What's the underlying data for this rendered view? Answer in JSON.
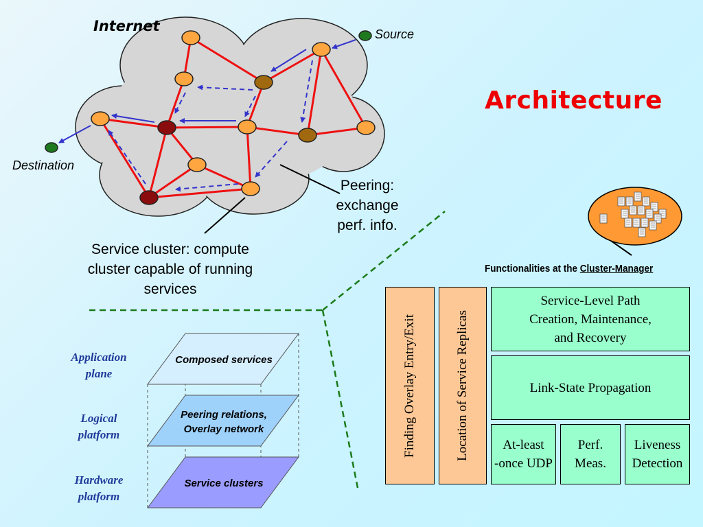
{
  "title": "Architecture",
  "internet_label": "Internet",
  "source_label": "Source",
  "destination_label": "Destination",
  "peering_callout": [
    "Peering:",
    "exchange",
    "perf. info."
  ],
  "service_cluster_callout": [
    "Service cluster: compute",
    "cluster capable of running",
    "services"
  ],
  "cluster_manager": {
    "prefix": "Functionalities at the ",
    "link": "Cluster-Manager"
  },
  "planes": [
    {
      "label": [
        "Application",
        "plane"
      ],
      "layer_text": [
        "Composed services"
      ],
      "color": "#d6efff"
    },
    {
      "label": [
        "Logical",
        "platform"
      ],
      "layer_text": [
        "Peering relations,",
        "Overlay network"
      ],
      "color": "#9fd2fb"
    },
    {
      "label": [
        "Hardware",
        "platform"
      ],
      "layer_text": [
        "Service clusters"
      ],
      "color": "#9b9cff"
    }
  ],
  "functions": {
    "vertical": [
      "Finding Overlay Entry/Exit",
      "Location of Service Replicas"
    ],
    "path": [
      "Service-Level Path",
      "Creation, Maintenance,",
      "and Recovery"
    ],
    "linkstate": "Link-State Propagation",
    "bottom": [
      [
        "At-least",
        "-once UDP"
      ],
      [
        "Perf.",
        "Meas."
      ],
      [
        "Liveness",
        "Detection"
      ]
    ]
  },
  "colors": {
    "title": "#ee0000",
    "edge": "#ee1111",
    "arrow": "#3333cc",
    "node_service": "#ffa640",
    "node_brown": "#a0690f",
    "node_darkred": "#8a0c0c",
    "endpoint": "#1f7a1f",
    "cloud": "#d6d6d6",
    "divider": "#1b7a1b"
  }
}
